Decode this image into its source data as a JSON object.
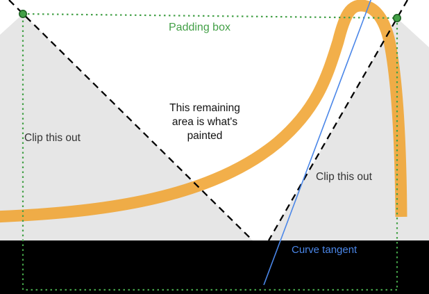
{
  "figure": {
    "padding_box_label": "Padding box",
    "left_clip_label": "Clip this out",
    "right_clip_label": "Clip this out",
    "painted_area_label": "This remaining\narea is what's\npainted",
    "curve_tangent_label": "Curve tangent"
  },
  "colors": {
    "orange": "#F0A431",
    "green": "#43A047",
    "green_dark": "#1B5E20",
    "blue": "#4A86E8",
    "gray": "#E6E6E6",
    "black": "#000000",
    "text_dark": "#333333",
    "text_black": "#111111"
  }
}
